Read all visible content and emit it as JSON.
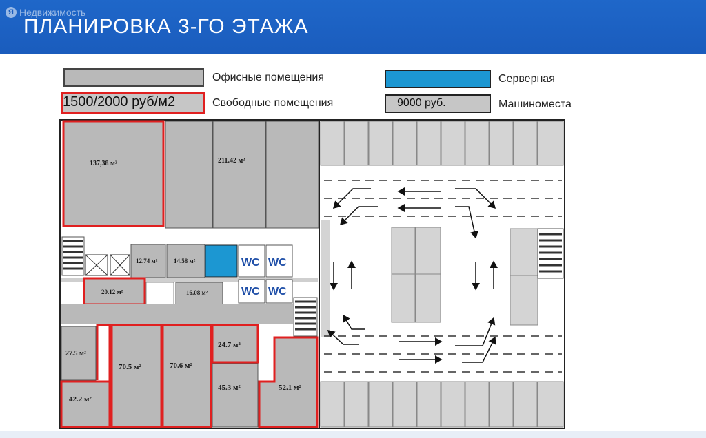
{
  "watermark": "Недвижимость",
  "watermark_logo": "Я",
  "title": "ПЛАНИРОВКА 3-ГО ЭТАЖА",
  "legend": {
    "offices": "Офисные помещения",
    "free_price": "1500/2000 руб/м2",
    "free": "Свободные помещения",
    "server": "Серверная",
    "parking_price": "9000 руб.",
    "parking": "Машиноместа"
  },
  "colors": {
    "header": "#1a5cbd",
    "office_gray": "#b9b9b9",
    "free_border": "#e02020",
    "server_blue": "#1c97d2",
    "wc_text": "#1f4fa8"
  },
  "rooms": {
    "r137": "137,38 м²",
    "r211": "211.42 м²",
    "r1274": "12.74 м²",
    "r1458": "14.58 м²",
    "r2012": "20.12 м²",
    "r1608": "16.08 м²",
    "r275": "27.5 м²",
    "r422": "42.2 м²",
    "r705": "70.5 м²",
    "r706": "70.6 м²",
    "r247": "24.7 м²",
    "r453": "45.3 м²",
    "r521": "52.1 м²",
    "wc": "WC"
  }
}
